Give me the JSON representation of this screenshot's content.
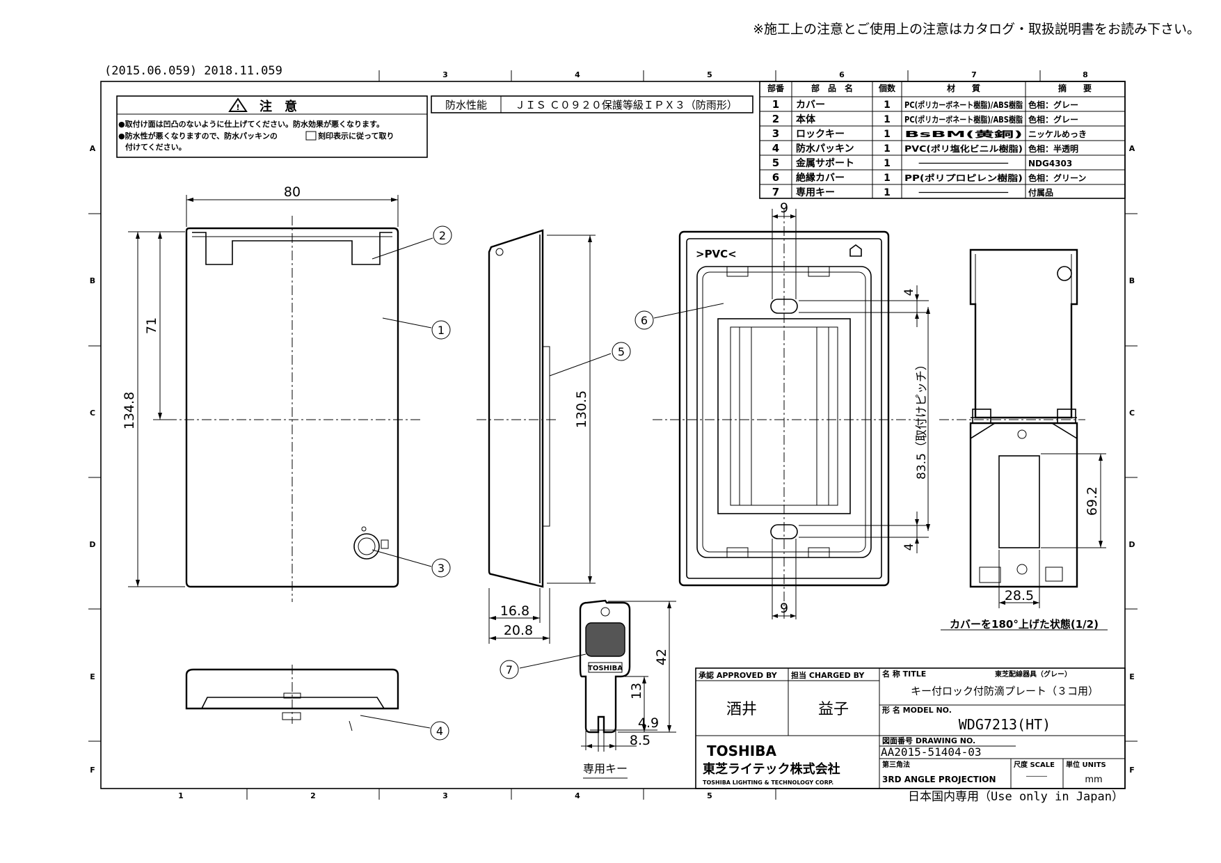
{
  "header": {
    "notice": "※施工上の注意とご使用上の注意はカタログ・取扱説明書をお読み下さい。",
    "revision": "(2015.06.059) 2018.11.059"
  },
  "grid": {
    "cols": [
      "1",
      "2",
      "3",
      "4",
      "5",
      "6",
      "7",
      "8"
    ],
    "rows": [
      "A",
      "B",
      "C",
      "D",
      "E",
      "F"
    ]
  },
  "caution": {
    "title": "注　意",
    "line1": "●取付け面は凹凸のないように仕上げてください。防水効果が悪くなります。",
    "line2": "●防水性が悪くなりますので、防水パッキンの",
    "line2b": "刻印表示に従って取り",
    "line3": "付けてください。"
  },
  "waterproof": {
    "label": "防水性能",
    "value": "ＪＩＳ Ｃ０９２０保護等級ＩＰＸ３（防雨形）"
  },
  "parts": {
    "headers": [
      "部番",
      "部　品　名",
      "個数",
      "材　　質",
      "摘　　要"
    ],
    "rows": [
      {
        "no": "1",
        "name": "カバー",
        "qty": "1",
        "material": "PC(ポリカーボネート樹脂)/ABS樹脂",
        "note": "色相：グレー"
      },
      {
        "no": "2",
        "name": "本体",
        "qty": "1",
        "material": "PC(ポリカーボネート樹脂)/ABS樹脂",
        "note": "色相：グレー"
      },
      {
        "no": "3",
        "name": "ロックキー",
        "qty": "1",
        "material": "BsBM(黄銅)",
        "note": "ニッケルめっき"
      },
      {
        "no": "4",
        "name": "防水パッキン",
        "qty": "1",
        "material": "PVC(ポリ塩化ビニル樹脂)",
        "note": "色相：半透明"
      },
      {
        "no": "5",
        "name": "金属サポート",
        "qty": "1",
        "material": "－",
        "note": "NDG4303"
      },
      {
        "no": "6",
        "name": "絶縁カバー",
        "qty": "1",
        "material": "PP(ポリプロピレン樹脂)",
        "note": "色相：グリーン"
      },
      {
        "no": "7",
        "name": "専用キー",
        "qty": "1",
        "material": "－",
        "note": "付属品"
      }
    ]
  },
  "dims": {
    "d80": "80",
    "d134": "134.8",
    "d71": "71",
    "d130": "130.5",
    "d168": "16.8",
    "d208": "20.8",
    "d9a": "9",
    "d9b": "9",
    "d4a": "4",
    "d4b": "4",
    "d835": "83.5（取付けピッチ）",
    "d692": "69.2",
    "d285": "28.5",
    "d42": "42",
    "d13": "13",
    "d49": "4.9",
    "d85": "8.5"
  },
  "callouts": [
    "1",
    "2",
    "3",
    "4",
    "5",
    "6",
    "7"
  ],
  "marks": {
    "pvc": ">PVC<"
  },
  "captions": {
    "open_state": "カバーを180°上げた状態(1/2)",
    "key": "専用キー"
  },
  "titleblock": {
    "approved_label": "承認 APPROVED BY",
    "approved": "酒井",
    "charged_label": "担当 CHARGED BY",
    "charged": "益子",
    "title_label": "名 称 TITLE",
    "series": "東芝配線器具（グレー）",
    "title": "キー付ロック付防滴プレート（３コ用）",
    "model_label": "形 名 MODEL NO.",
    "model": "WDG7213(HT)",
    "drawing_label": "図面番号 DRAWING NO.",
    "drawing": "AA2015-51404-03",
    "brand": "TOSHIBA",
    "company": "東芝ライテック株式会社",
    "company_en": "TOSHIBA LIGHTING & TECHNOLOGY CORP.",
    "projection_label": "第三角法",
    "projection": "3RD ANGLE PROJECTION",
    "scale_label": "尺度 SCALE",
    "scale": "―――",
    "units_label": "単位 UNITS",
    "units": "mm"
  },
  "footer": "日本国内専用（Use only in Japan）"
}
